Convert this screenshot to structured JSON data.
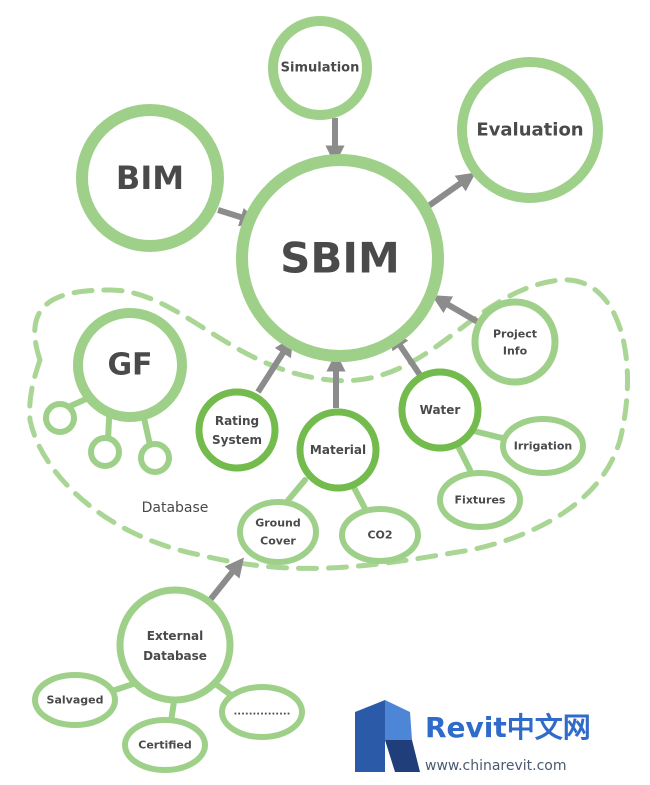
{
  "colors": {
    "ring": "#9fd08a",
    "ring_strong": "#72bb4c",
    "dash": "#a9d595",
    "arrow": "#8c8c8c",
    "text": "#4a4a4a",
    "brand_blue": "#2f6cc9",
    "brand_dark": "#4a5a70"
  },
  "nodes": {
    "simulation": "Simulation",
    "evaluation": "Evaluation",
    "bim": "BIM",
    "sbim": "SBIM",
    "gf": "GF",
    "project_info_1": "Project",
    "project_info_2": "Info",
    "rating_1": "Rating",
    "rating_2": "System",
    "material": "Material",
    "water": "Water",
    "irrigation": "Irrigation",
    "fixtures": "Fixtures",
    "ground_cover_1": "Ground",
    "ground_cover_2": "Cover",
    "co2": "CO2",
    "external_1": "External",
    "external_2": "Database",
    "salvaged": "Salvaged",
    "certified": "Certified",
    "more": "..............."
  },
  "database_label": "Database",
  "watermark": {
    "brand": "Revit中文网",
    "url": "www.chinarevit.com",
    "icon": "revit-logo-icon"
  }
}
